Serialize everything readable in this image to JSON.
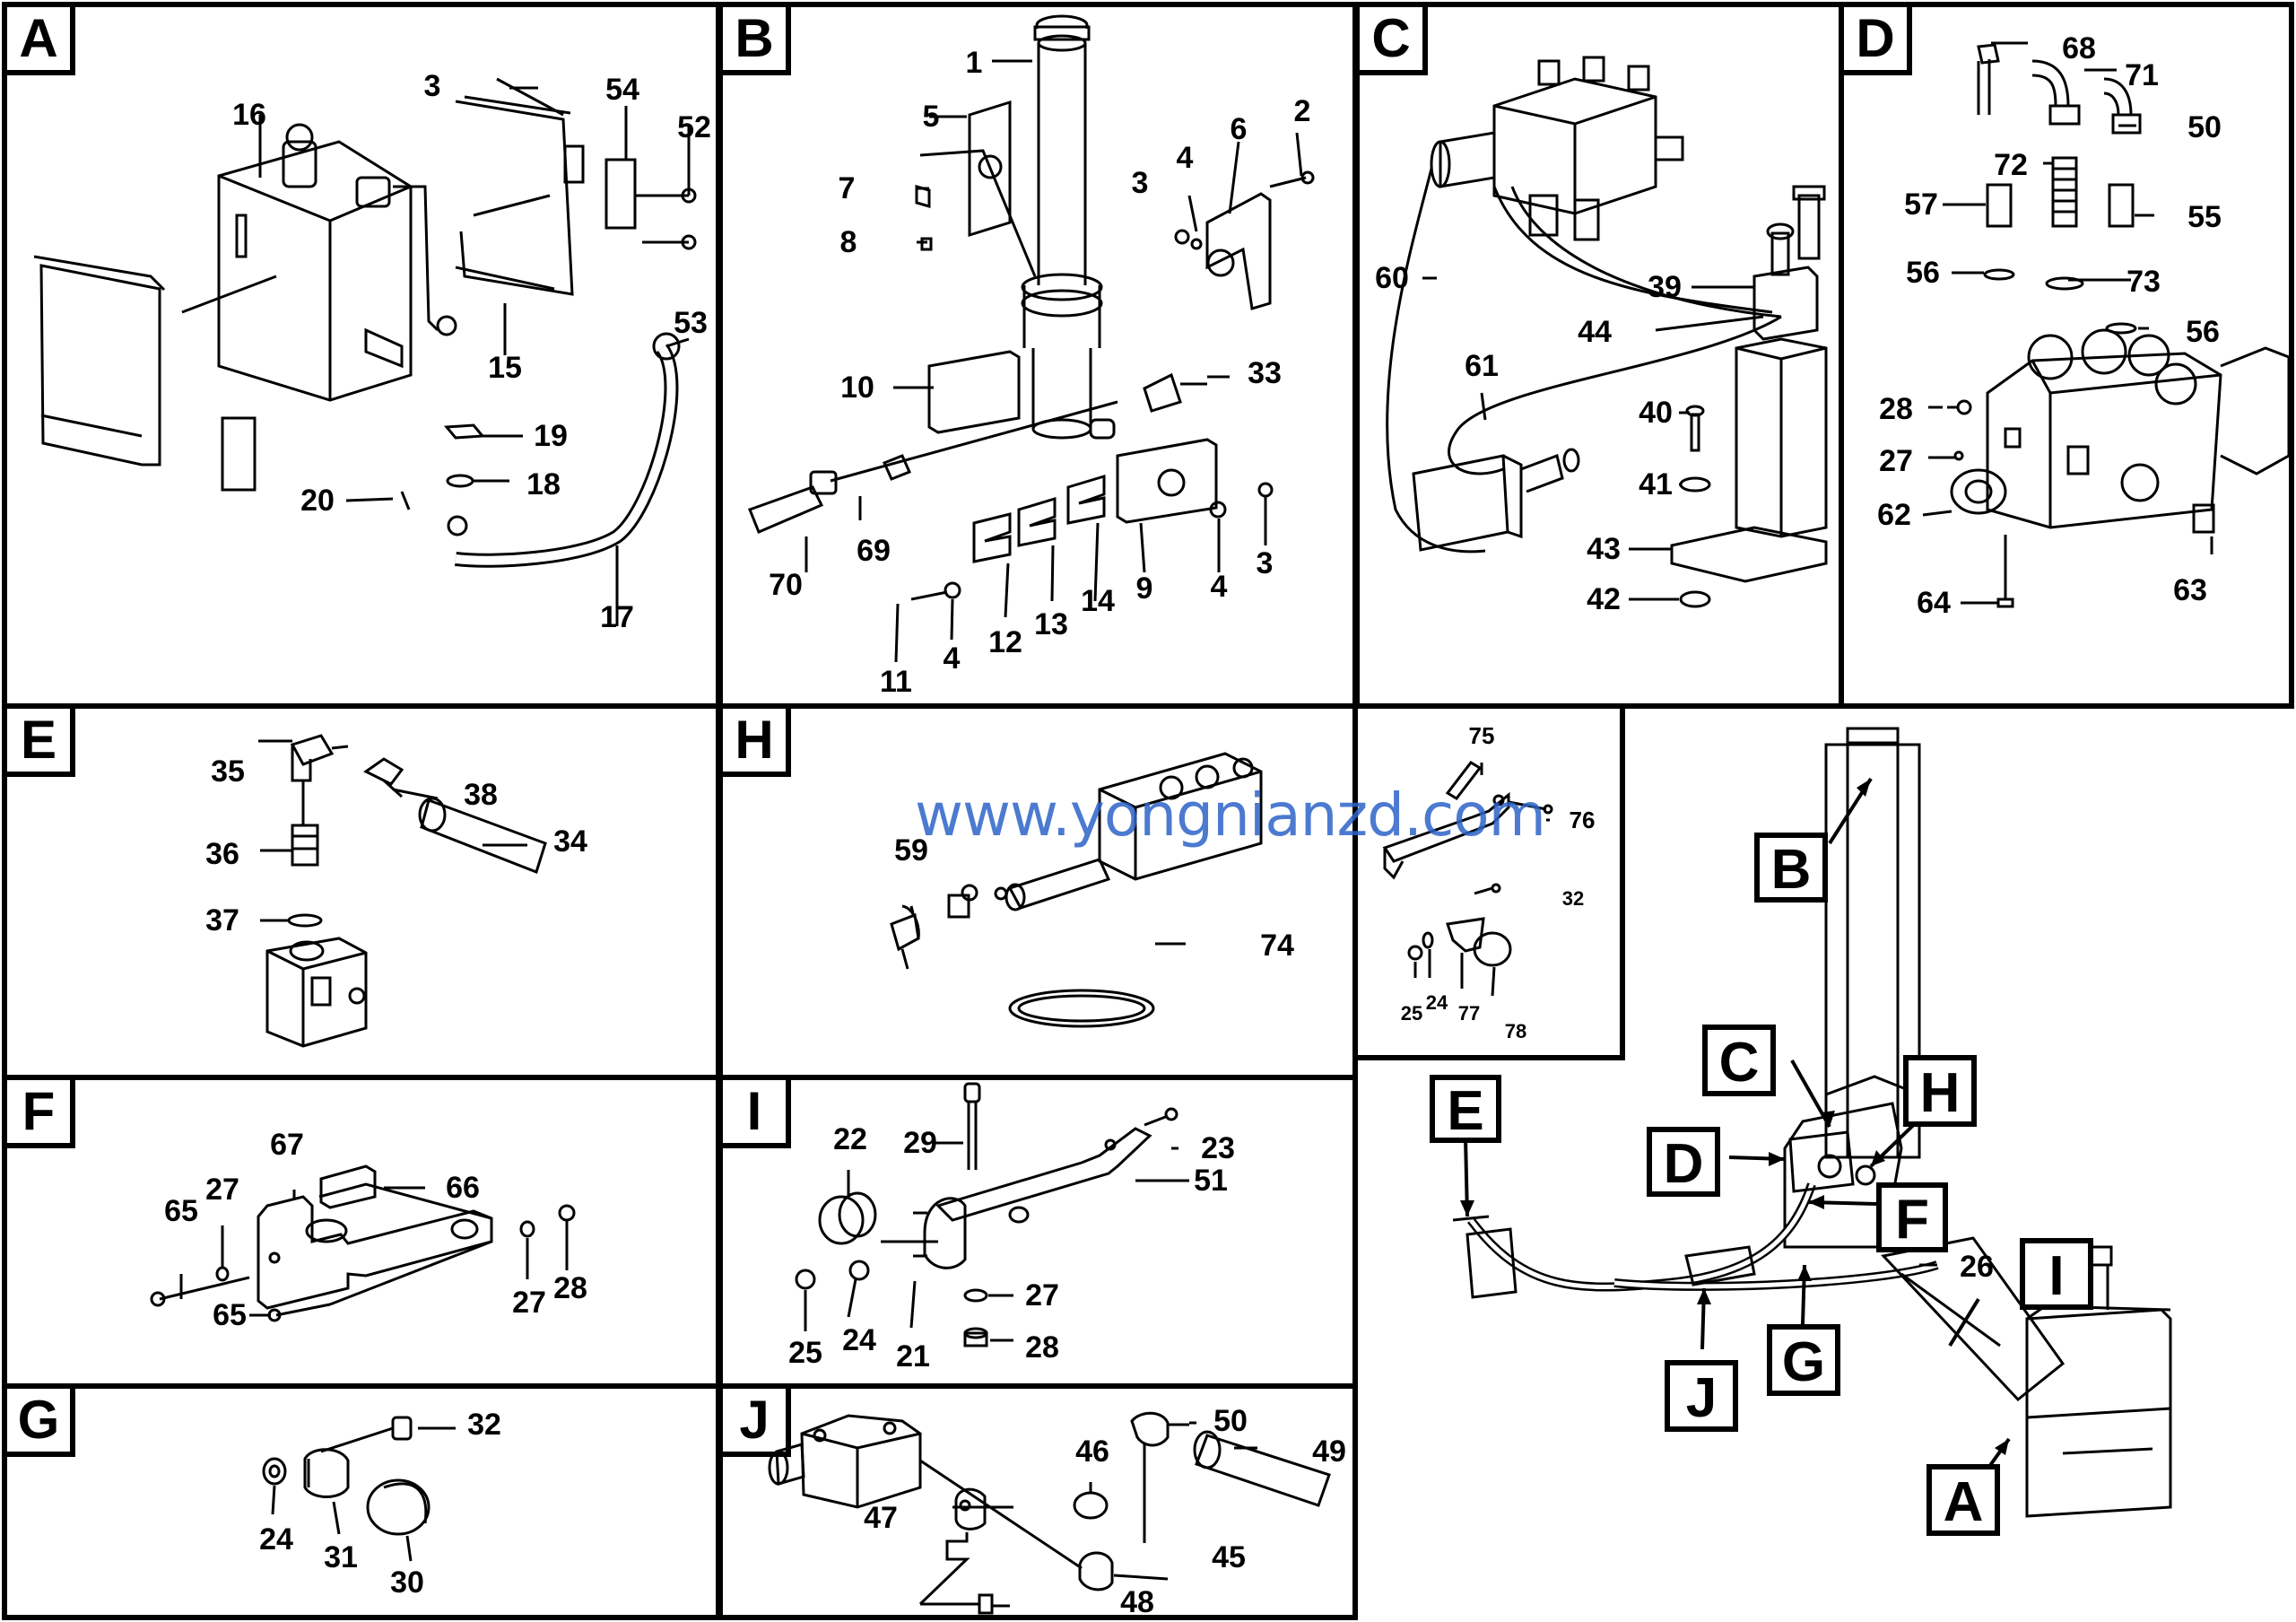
{
  "panels": {
    "A": {
      "letter": "A",
      "labels": [
        "16",
        "3",
        "54",
        "52",
        "53",
        "15",
        "19",
        "18",
        "20",
        "17"
      ]
    },
    "B": {
      "letter": "B",
      "labels": [
        "1",
        "5",
        "7",
        "8",
        "3",
        "4",
        "6",
        "2",
        "10",
        "33",
        "70",
        "69",
        "12",
        "13",
        "14",
        "9",
        "4",
        "3",
        "11",
        "4"
      ]
    },
    "C": {
      "letter": "C",
      "labels": [
        "60",
        "39",
        "44",
        "61",
        "40",
        "41",
        "43",
        "42"
      ]
    },
    "D": {
      "letter": "D",
      "labels": [
        "68",
        "71",
        "50",
        "72",
        "57",
        "55",
        "56",
        "73",
        "56",
        "28",
        "27",
        "62",
        "63",
        "64"
      ]
    },
    "E": {
      "letter": "E",
      "labels": [
        "35",
        "38",
        "36",
        "34",
        "37"
      ]
    },
    "H": {
      "letter": "H",
      "labels": [
        "59",
        "74"
      ]
    },
    "K": {
      "letter": "",
      "labels": [
        "75",
        "76",
        "32",
        "25",
        "24",
        "77",
        "78"
      ]
    },
    "F": {
      "letter": "F",
      "labels": [
        "67",
        "66",
        "65",
        "27",
        "27",
        "28",
        "65"
      ]
    },
    "I": {
      "letter": "I",
      "labels": [
        "22",
        "29",
        "23",
        "51",
        "25",
        "24",
        "21",
        "27",
        "28"
      ]
    },
    "G": {
      "letter": "G",
      "labels": [
        "32",
        "24",
        "31",
        "30"
      ]
    },
    "J": {
      "letter": "J",
      "labels": [
        "50",
        "49",
        "46",
        "47",
        "45",
        "48"
      ]
    }
  },
  "overview": {
    "callouts": [
      "B",
      "C",
      "H",
      "D",
      "F",
      "E",
      "I",
      "G",
      "J",
      "A"
    ],
    "labels": [
      "26"
    ]
  },
  "watermark": "www.yongnianzd.com"
}
